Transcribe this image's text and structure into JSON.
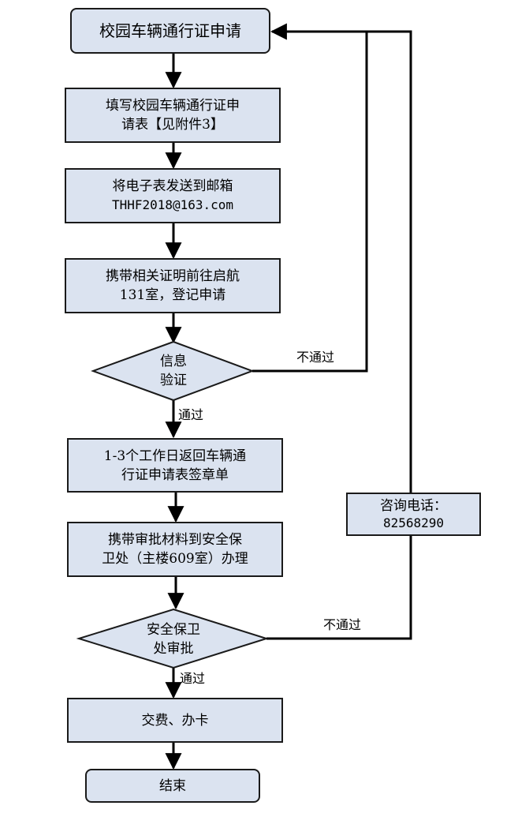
{
  "flowchart": {
    "start": "校园车辆通行证申请",
    "steps": [
      {
        "line1": "填写校园车辆通行证申",
        "line2": "请表【见附件3】"
      },
      {
        "line1": "将电子表发送到邮箱",
        "line2": "THHF2018@163.com"
      },
      {
        "line1": "携带相关证明前往启航",
        "line2": "131室，登记申请"
      }
    ],
    "decision1": {
      "line1": "信息",
      "line2": "验证"
    },
    "pass1": "通过",
    "fail1": "不通过",
    "steps2": [
      {
        "line1": "1-3个工作日返回车辆通",
        "line2": "行证申请表签章单"
      },
      {
        "line1": "携带审批材料到安全保",
        "line2": "卫处（主楼609室）办理"
      }
    ],
    "decision2": {
      "line1": "安全保卫",
      "line2": "处审批"
    },
    "pass2": "通过",
    "fail2": "不通过",
    "consult": {
      "line1": "咨询电话：",
      "line2": "82568290"
    },
    "final_step": "交费、办卡",
    "end": "结束"
  },
  "colors": {
    "box_fill": "#dbe3f0",
    "line": "#000000"
  }
}
